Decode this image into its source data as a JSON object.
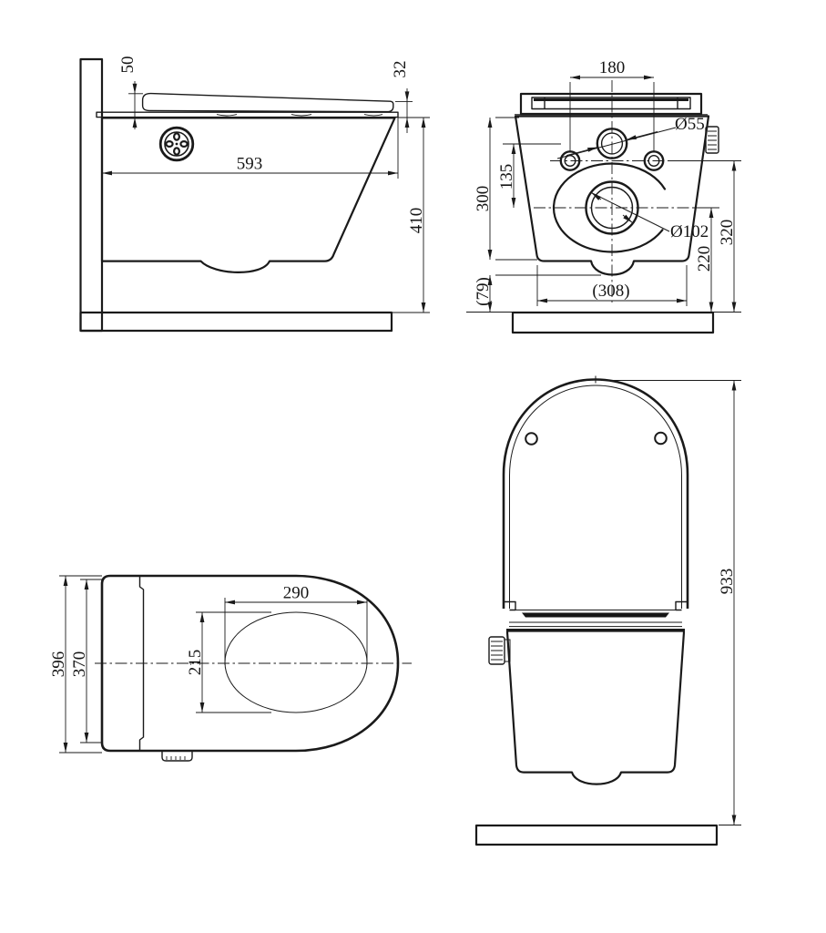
{
  "drawing": {
    "ink_color": "#1a1a1a",
    "background_color": "#ffffff",
    "views": {
      "side": {
        "dims": {
          "lid_front_thickness": "50",
          "lid_rear_thickness": "32",
          "depth": "593",
          "height": "410"
        }
      },
      "rear": {
        "dims": {
          "bolt_spacing": "180",
          "inlet_diameter": "Ø55",
          "inlet_to_outlet_drop": "135",
          "body_height": "300",
          "outlet_diameter": "Ø102",
          "outlet_center_height": "220",
          "inlet_center_height": "320",
          "outlet_clearance": "(79)",
          "base_width": "(308)"
        }
      },
      "top": {
        "dims": {
          "bowl_length": "290",
          "bowl_width": "215",
          "seat_width": "370",
          "overall_width": "396"
        }
      },
      "front_open": {
        "dims": {
          "overall_height_lid_open": "933"
        }
      }
    }
  }
}
